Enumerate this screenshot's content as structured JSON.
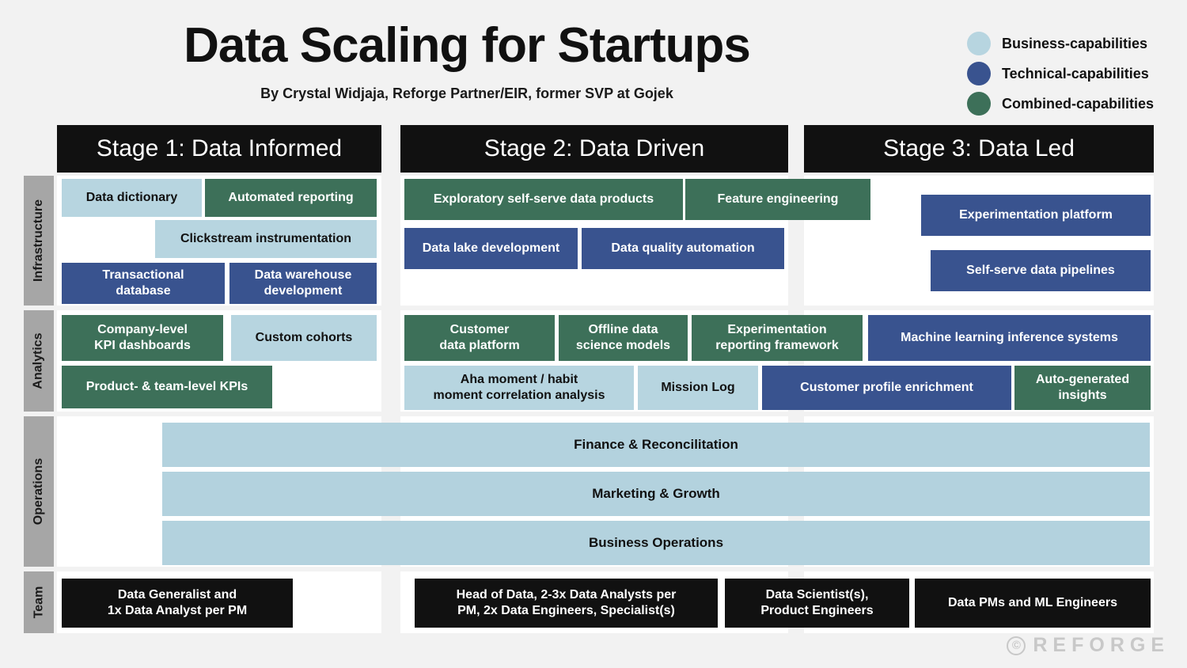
{
  "header": {
    "title": "Data Scaling for Startups",
    "subtitle": "By Crystal Widjaja, Reforge Partner/EIR, former SVP at Gojek"
  },
  "legend": {
    "items": [
      {
        "label": "Business-capabilities",
        "color": "#b7d5e0"
      },
      {
        "label": "Technical-capabilities",
        "color": "#39538f"
      },
      {
        "label": "Combined-capabilities",
        "color": "#3d7059"
      }
    ]
  },
  "stages": [
    {
      "label": "Stage 1: Data Informed"
    },
    {
      "label": "Stage 2: Data Driven"
    },
    {
      "label": "Stage 3: Data Led"
    }
  ],
  "rows": [
    {
      "label": "Infrastructure"
    },
    {
      "label": "Analytics"
    },
    {
      "label": "Operations"
    },
    {
      "label": "Team"
    }
  ],
  "infrastructure": {
    "stage1": [
      {
        "label": "Data dictionary",
        "type": "business"
      },
      {
        "label": "Automated reporting",
        "type": "combined"
      },
      {
        "label": "Clickstream instrumentation",
        "type": "business"
      },
      {
        "label": "Transactional\ndatabase",
        "type": "technical"
      },
      {
        "label": "Data warehouse\ndevelopment",
        "type": "technical"
      }
    ],
    "stage2": [
      {
        "label": "Exploratory self-serve data products",
        "type": "combined"
      },
      {
        "label": "Feature engineering",
        "type": "combined"
      },
      {
        "label": "Data lake development",
        "type": "technical"
      },
      {
        "label": "Data quality automation",
        "type": "technical"
      }
    ],
    "stage3": [
      {
        "label": "Experimentation platform",
        "type": "technical"
      },
      {
        "label": "Self-serve data pipelines",
        "type": "technical"
      }
    ]
  },
  "analytics": {
    "stage1": [
      {
        "label": "Company-level\nKPI dashboards",
        "type": "combined"
      },
      {
        "label": "Custom cohorts",
        "type": "business"
      },
      {
        "label": "Product- & team-level KPIs",
        "type": "combined"
      }
    ],
    "stage2": [
      {
        "label": "Customer\ndata platform",
        "type": "combined"
      },
      {
        "label": "Offline data\nscience models",
        "type": "combined"
      },
      {
        "label": "Experimentation\nreporting framework",
        "type": "combined"
      },
      {
        "label": "Aha moment / habit\nmoment correlation analysis",
        "type": "business"
      },
      {
        "label": "Mission Log",
        "type": "business"
      }
    ],
    "stage3": [
      {
        "label": "Machine learning inference systems",
        "type": "technical"
      },
      {
        "label": "Customer profile enrichment",
        "type": "technical"
      },
      {
        "label": "Auto-generated\ninsights",
        "type": "combined"
      }
    ]
  },
  "operations": {
    "bars": [
      {
        "label": "Finance & Reconcilitation"
      },
      {
        "label": "Marketing & Growth"
      },
      {
        "label": "Business Operations"
      }
    ]
  },
  "team": {
    "stage1": [
      {
        "label": "Data Generalist and\n1x Data Analyst per PM"
      }
    ],
    "stage2": [
      {
        "label": "Head of Data, 2-3x Data Analysts per\nPM, 2x Data Engineers, Specialist(s)"
      }
    ],
    "stage3": [
      {
        "label": "Data Scientist(s),\nProduct Engineers"
      },
      {
        "label": "Data PMs and ML Engineers"
      }
    ]
  },
  "watermark": {
    "mark": "©",
    "text": "REFORGE"
  }
}
